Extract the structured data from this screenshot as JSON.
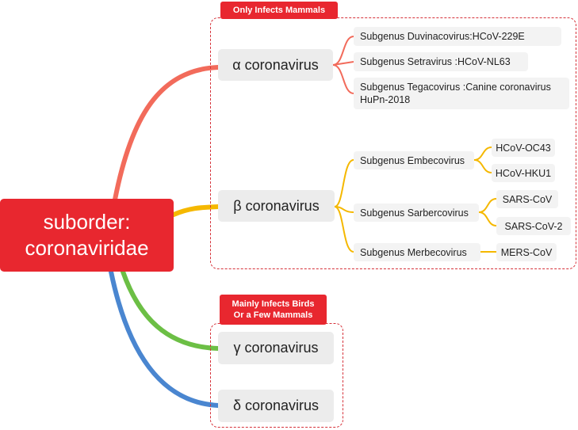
{
  "root": {
    "label": "suborder:\ncoronaviridae"
  },
  "groups": [
    {
      "tag": "Only Infects Mammals"
    },
    {
      "tag": "Mainly Infects Birds\nOr a Few Mammals"
    }
  ],
  "genera": [
    {
      "label": "α coronavirus"
    },
    {
      "label": "β coronavirus"
    },
    {
      "label": "γ coronavirus"
    },
    {
      "label": "δ coronavirus"
    }
  ],
  "alpha_subgenera": [
    {
      "label": "Subgenus Duvinacovirus:HCoV-229E"
    },
    {
      "label": "Subgenus Setravirus :HCoV-NL63"
    },
    {
      "label": "Subgenus Tegacovirus :Canine coronavirus\nHuPn-2018"
    }
  ],
  "beta_subgenera": [
    {
      "label": "Subgenus Embecovirus",
      "leaves": [
        "HCoV-OC43",
        "HCoV-HKU1"
      ]
    },
    {
      "label": "Subgenus Sarbercovirus",
      "leaves": [
        "SARS-CoV",
        "SARS-CoV-2"
      ]
    },
    {
      "label": "Subgenus Merbecovirus",
      "leaves": [
        "MERS-CoV"
      ]
    }
  ],
  "colors": {
    "root": "#e8272f",
    "alpha_branch": "#f26b5b",
    "beta_branch": "#f5b800",
    "gamma_branch": "#6cbf45",
    "delta_branch": "#4a86d0",
    "dashed_border": "#d6323a"
  }
}
